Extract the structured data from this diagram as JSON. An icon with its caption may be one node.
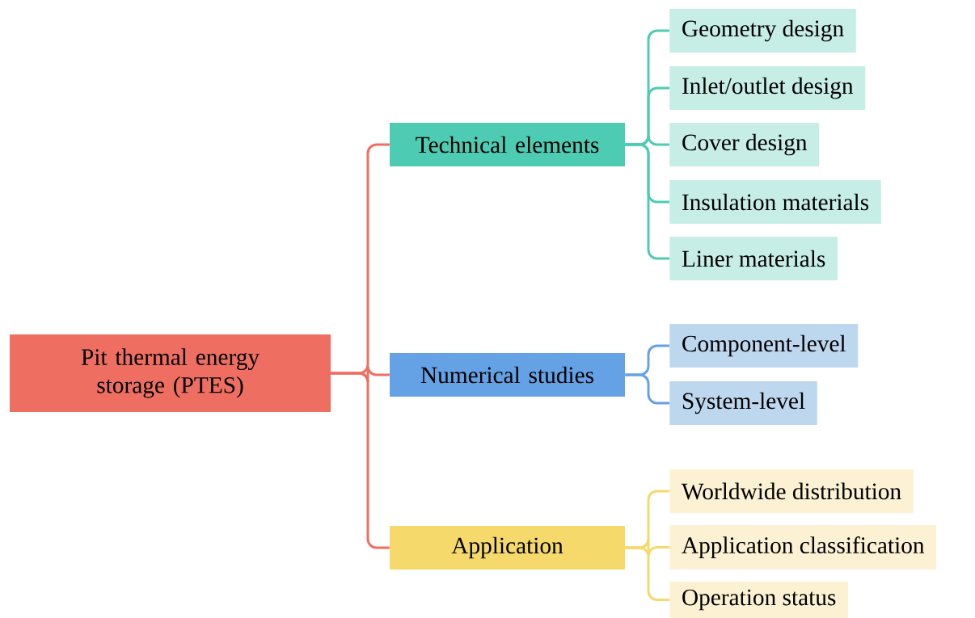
{
  "diagram": {
    "nodes": [
      {
        "text": [
          "Pit thermal energy storage (PTES)"
        ]
      },
      {
        "text": [
          "Technical elements"
        ]
      },
      {
        "text": [
          "Geometry design"
        ]
      },
      {
        "text": [
          "Inlet/outlet design"
        ]
      },
      {
        "text": [
          "Cover design"
        ]
      },
      {
        "text": [
          "Insulation materials"
        ]
      },
      {
        "text": [
          "Liner materials"
        ]
      },
      {
        "text": [
          "Numerical studies"
        ]
      },
      {
        "text": [
          "Component-level"
        ]
      },
      {
        "text": [
          "System-level"
        ]
      },
      {
        "text": [
          "Application"
        ]
      },
      {
        "text": [
          "Worldwide distribution"
        ]
      },
      {
        "text": [
          "Application classification"
        ]
      },
      {
        "text": [
          "Operation status"
        ]
      }
    ],
    "edges": [
      {
        "from": 0,
        "to": 1,
        "arrow": "none",
        "color": "#ee6f62"
      },
      {
        "from": 0,
        "to": 7,
        "arrow": "none",
        "color": "#ee6f62"
      },
      {
        "from": 0,
        "to": 10,
        "arrow": "none",
        "color": "#ee6f62"
      },
      {
        "from": 1,
        "to": 2,
        "arrow": "none",
        "color": "#4ecbb3"
      },
      {
        "from": 1,
        "to": 3,
        "arrow": "none",
        "color": "#4ecbb3"
      },
      {
        "from": 1,
        "to": 4,
        "arrow": "none",
        "color": "#4ecbb3"
      },
      {
        "from": 1,
        "to": 5,
        "arrow": "none",
        "color": "#4ecbb3"
      },
      {
        "from": 1,
        "to": 6,
        "arrow": "none",
        "color": "#4ecbb3"
      },
      {
        "from": 7,
        "to": 8,
        "arrow": "none",
        "color": "#64a2e5"
      },
      {
        "from": 7,
        "to": 9,
        "arrow": "none",
        "color": "#64a2e5"
      },
      {
        "from": 10,
        "to": 11,
        "arrow": "none",
        "color": "#f6d96b"
      },
      {
        "from": 10,
        "to": 12,
        "arrow": "none",
        "color": "#f6d96b"
      },
      {
        "from": 10,
        "to": 13,
        "arrow": "none",
        "color": "#f6d96b"
      }
    ]
  }
}
